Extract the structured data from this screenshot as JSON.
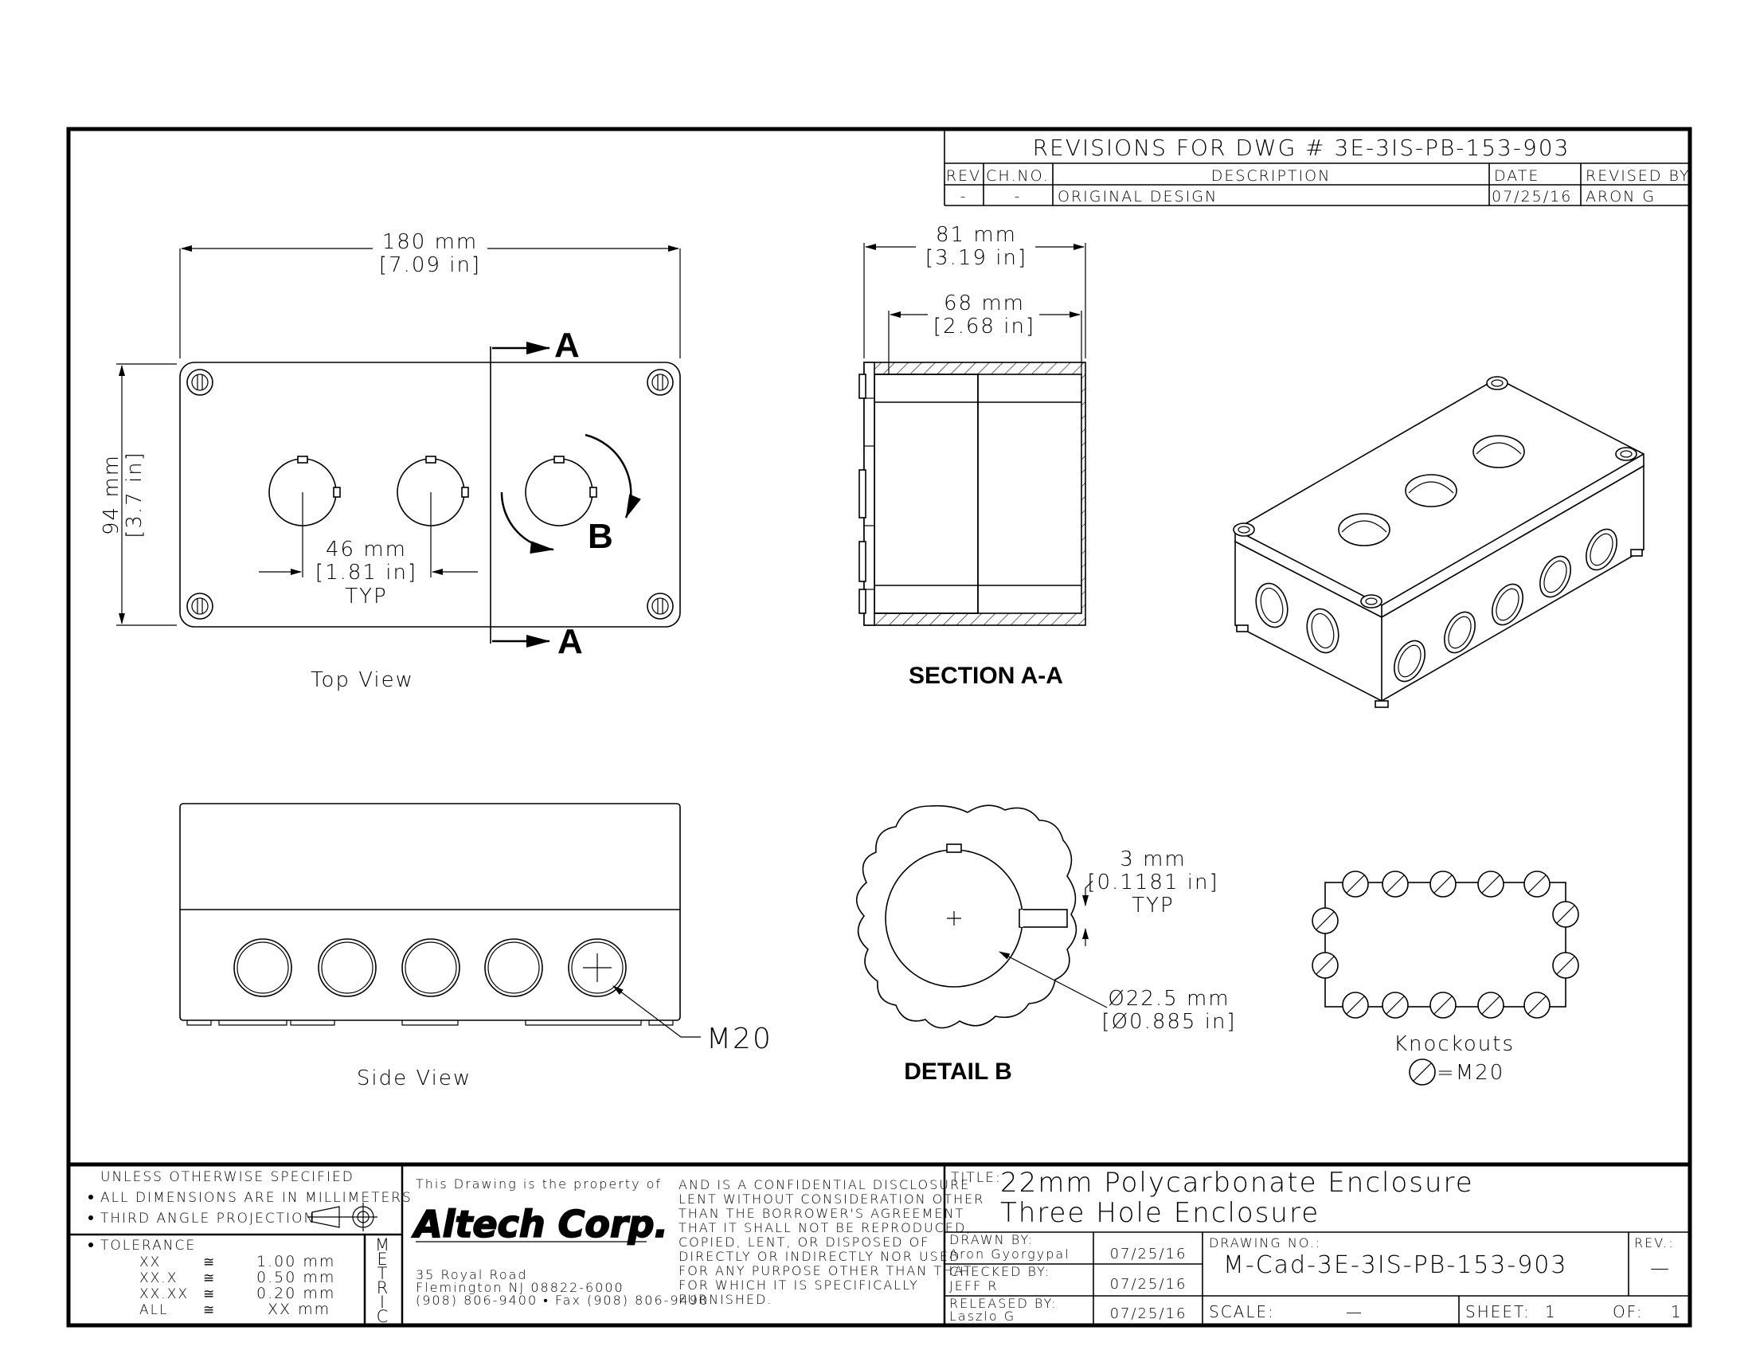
{
  "revisions": {
    "title": "REVISIONS  FOR  DWG  #  3E-3IS-PB-153-903",
    "headers": [
      "REV",
      "CH.NO.",
      "DESCRIPTION",
      "DATE",
      "REVISED BY"
    ],
    "rows": [
      [
        "-",
        "-",
        "ORIGINAL  DESIGN",
        "07/25/16",
        "ARON  G"
      ]
    ]
  },
  "top_view": {
    "dim_width": "180 mm",
    "dim_width_in": "[7.09 in]",
    "dim_height": "94 mm",
    "dim_height_in": "[3.7 in]",
    "dim_spacing": "46 mm",
    "dim_spacing_in": "[1.81 in]",
    "dim_spacing_typ": "TYP",
    "section_label": "A",
    "detail_label": "B",
    "caption": "Top  View"
  },
  "section_view": {
    "dim_outer": "81 mm",
    "dim_outer_in": "[3.19 in]",
    "dim_inner": "68 mm",
    "dim_inner_in": "[2.68 in]",
    "caption": "SECTION A-A"
  },
  "side_view": {
    "callout": "M20",
    "caption": "Side  View"
  },
  "detail_view": {
    "dim_key": "3 mm",
    "dim_key_in": "[0.1181 in]",
    "dim_key_typ": "TYP",
    "dim_dia": "Ø22.5 mm",
    "dim_dia_in": "[Ø0.885 in]",
    "caption": "DETAIL  B"
  },
  "knockouts": {
    "caption": "Knockouts",
    "legend": "=M20"
  },
  "notes": {
    "line1": "UNLESS  OTHERWISE  SPECIFIED",
    "line2": "ALL  DIMENSIONS  ARE  IN  MILLIMETERS",
    "line3": "THIRD  ANGLE  PROJECTION",
    "tolerance_label": "TOLERANCE",
    "tolerances": [
      {
        "k": "XX",
        "v": "1.00 mm"
      },
      {
        "k": "XX.X",
        "v": "0.50 mm"
      },
      {
        "k": "XX.XX",
        "v": "0.20 mm"
      },
      {
        "k": "ALL",
        "v": "XX mm"
      }
    ],
    "metric": [
      "M",
      "E",
      "T",
      "R",
      "I",
      "C"
    ]
  },
  "company": {
    "property_line": "This  Drawing  is  the  property  of",
    "logo": "Altech Corp.",
    "address1": "35  Royal  Road",
    "address2": "Flemington  NJ  08822-6000",
    "address3": "(908)  806-9400 • Fax  (908)  806-9490",
    "disclosure": [
      "AND  IS  A  CONFIDENTIAL  DISCLOSURE",
      "LENT  WITHOUT  CONSIDERATION  OTHER",
      "THAN  THE  BORROWER'S  AGREEMENT",
      "THAT  IT  SHALL  NOT  BE  REPRODUCED,",
      "COPIED,  LENT,  OR  DISPOSED  OF",
      "DIRECTLY  OR  INDIRECTLY  NOR  USED",
      "FOR  ANY  PURPOSE  OTHER  THAN  THAT",
      "FOR  WHICH  IT  IS  SPECIFICALLY",
      "FURNISHED."
    ]
  },
  "title_block": {
    "title_label": "TITLE:",
    "title1": "22mm  Polycarbonate  Enclosure",
    "title2": "Three  Hole  Enclosure",
    "drawn_label": "DRAWN  BY:",
    "drawn_by": "Aron  Gyorgypal",
    "drawn_date": "07/25/16",
    "checked_label": "CHECKED  BY:",
    "checked_by": "JEFF  R",
    "checked_date": "07/25/16",
    "released_label": "RELEASED  BY:",
    "released_by": "Laszlo  G",
    "released_date": "07/25/16",
    "drawing_no_label": "DRAWING  NO.:",
    "drawing_no": "M-Cad-3E-3IS-PB-153-903",
    "rev_label": "REV.:",
    "rev": "—",
    "scale_label": "SCALE:",
    "scale": "—",
    "sheet_label": "SHEET:",
    "sheet": "1",
    "of_label": "OF:",
    "of": "1"
  }
}
